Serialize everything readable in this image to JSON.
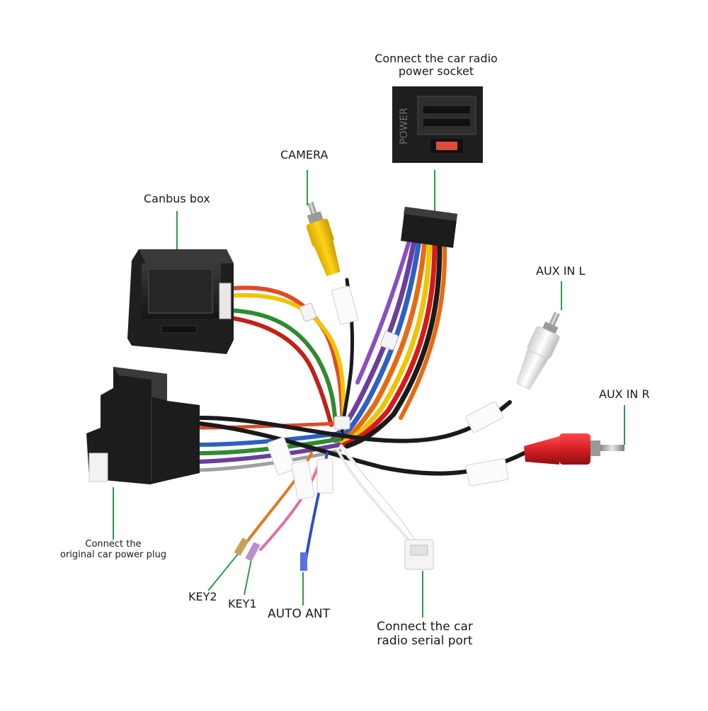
{
  "labels": {
    "power_socket_line1": "Connect the car radio",
    "power_socket_line2": "power socket",
    "camera": "CAMERA",
    "canbus_box": "Canbus box",
    "aux_in_l": "AUX IN L",
    "aux_in_r": "AUX IN R",
    "power_plug_line1": "Connect the",
    "power_plug_line2": "original car  power plug",
    "key2": "KEY2",
    "key1": "KEY1",
    "auto_ant": "AUTO ANT",
    "serial_port_line1": "Connect the car",
    "serial_port_line2": "radio  serial port"
  },
  "connector_text": {
    "power_socket_print": "POWER"
  },
  "colors": {
    "leader_line": "#2e9a4a",
    "connector_black": "#1c1c1c",
    "rca_yellow": "#f2c200",
    "rca_red": "#d41e24",
    "rca_white": "#f2f2f2",
    "fuse_red": "#e04a3a"
  }
}
